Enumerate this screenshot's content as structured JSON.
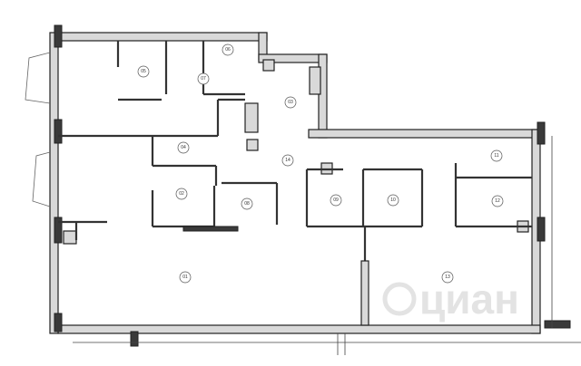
{
  "rooms": [
    {
      "id": "01",
      "label": "01"
    },
    {
      "id": "02",
      "label": "02"
    },
    {
      "id": "03",
      "label": "03"
    },
    {
      "id": "04",
      "label": "04"
    },
    {
      "id": "05",
      "label": "05"
    },
    {
      "id": "06",
      "label": "06"
    },
    {
      "id": "07",
      "label": "07"
    },
    {
      "id": "08",
      "label": "08"
    },
    {
      "id": "09",
      "label": "09"
    },
    {
      "id": "10",
      "label": "10"
    },
    {
      "id": "11",
      "label": "11"
    },
    {
      "id": "12",
      "label": "12"
    },
    {
      "id": "13",
      "label": "13"
    },
    {
      "id": "14",
      "label": "14"
    }
  ],
  "watermark": {
    "text": "циан"
  },
  "colors": {
    "wall_fill": "#d9d9d9",
    "wall_stroke": "#222222",
    "watermark": "#e3e3e3"
  }
}
